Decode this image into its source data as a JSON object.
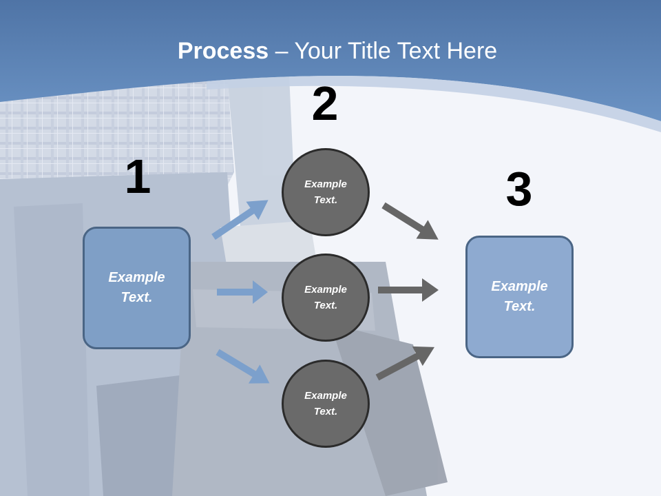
{
  "title": {
    "bold": "Process",
    "rest": " – Your Title Text Here"
  },
  "steps": {
    "one": "1",
    "two": "2",
    "three": "3"
  },
  "boxes": {
    "left": "Example\nText.",
    "right": "Example\nText."
  },
  "circles": {
    "top": "Example\nText.",
    "middle": "Example\nText.",
    "bottom": "Example\nText."
  },
  "colors": {
    "header": "#5b82b5",
    "box_left": "#7f9fc6",
    "box_right": "#8eaad0",
    "circle": "#6a6a6a",
    "arrow_blue": "#7ca0cc",
    "arrow_gray": "#666666"
  }
}
